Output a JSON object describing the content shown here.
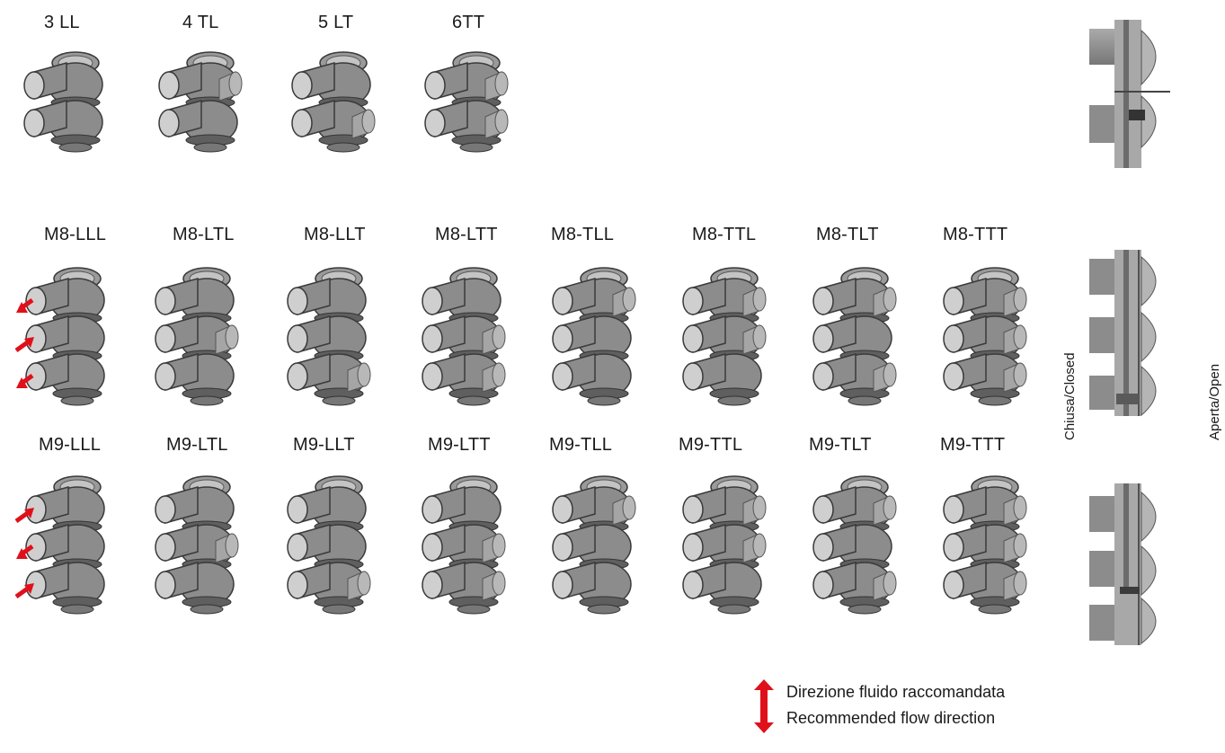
{
  "rows": [
    {
      "labels": [
        "3 LL",
        "4 TL",
        "5 LT",
        "6TT"
      ],
      "variants": [
        "LL",
        "TL",
        "LT",
        "TT"
      ]
    },
    {
      "labels": [
        "M8-LLL",
        "M8-LTL",
        "M8-LLT",
        "M8-LTT",
        "M8-TLL",
        "M8-TTL",
        "M8-TLT",
        "M8-TTT"
      ],
      "variants": [
        "LLL",
        "LTL",
        "LLT",
        "LTT",
        "TLL",
        "TTL",
        "TLT",
        "TTT"
      ],
      "arrows": [
        "out",
        "in",
        "out"
      ]
    },
    {
      "labels": [
        "M9-LLL",
        "M9-LTL",
        "M9-LLT",
        "M9-LTT",
        "M9-TLL",
        "M9-TTL",
        "M9-TLT",
        "M9-TTT"
      ],
      "variants": [
        "LLL",
        "LTL",
        "LLT",
        "LTT",
        "TLL",
        "TTL",
        "TLT",
        "TTT"
      ],
      "arrows": [
        "in",
        "out",
        "in"
      ]
    }
  ],
  "side": {
    "closed_label": "Chiusa/Closed",
    "open_label": "Aperta/Open"
  },
  "legend": {
    "line1": "Direzione fluido raccomandata",
    "line2": "Recommended flow direction",
    "arrow_color": "#e0101a"
  },
  "colors": {
    "body": "#8c8c8c",
    "body_dark": "#5f5f5f",
    "pipe_inner": "#cfcfcf"
  }
}
